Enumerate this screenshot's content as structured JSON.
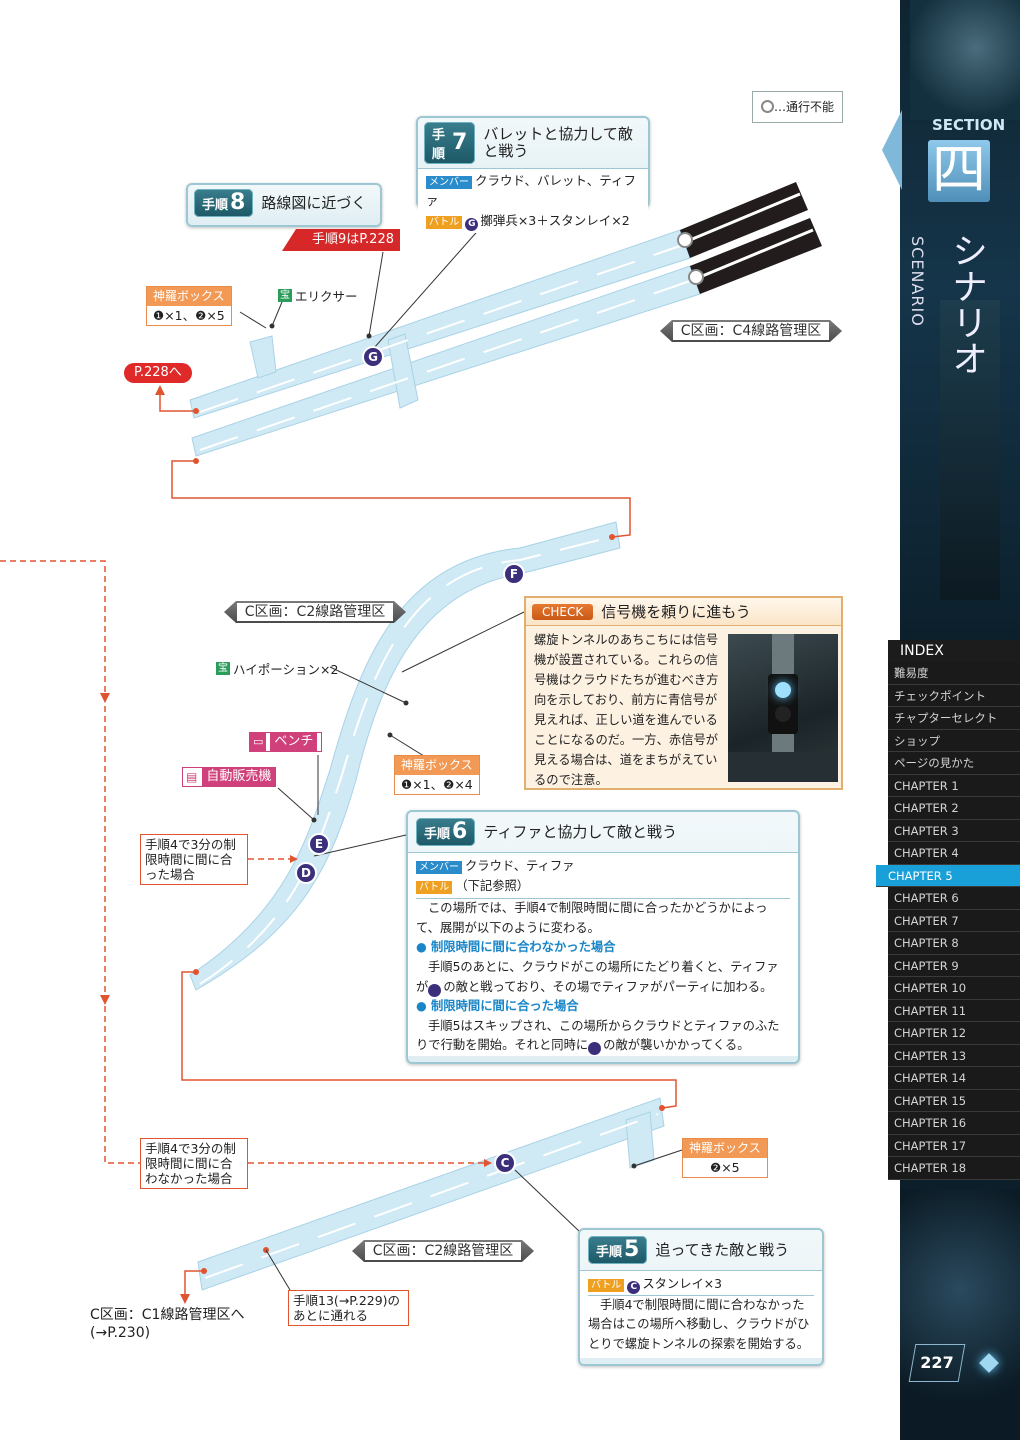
{
  "legend": {
    "text": "…通行不能"
  },
  "steps": {
    "s7": {
      "label": "手順",
      "num": "7",
      "title": "バレットと協力して敵と戦う",
      "members": "クラウド、バレット、ティファ",
      "battle": "擲弾兵×3＋スタンレイ×2",
      "point": "G"
    },
    "s8": {
      "label": "手順",
      "num": "8",
      "title": "路線図に近づく",
      "next": "手順9はP.228"
    },
    "s6": {
      "label": "手順",
      "num": "6",
      "title": "ティファと協力して敵と戦う",
      "members": "クラウド、ティファ",
      "battle": "（下記参照）",
      "intro": "この場所では、手順4で制限時間に間に合ったかどうかによって、展開が以下のように変わる。",
      "case1_title": "● 制限時間に間に合わなかった場合",
      "case1_a": "手順5のあとに、クラウドがこの場所にたどり着くと、ティファが",
      "case1_point": "D",
      "case1_b": "の敵と戦っており、その場でティファがパーティに加わる。",
      "case2_title": "● 制限時間に間に合った場合",
      "case2_a": "手順5はスキップされ、この場所からクラウドとティファのふたりで行動を開始。それと同時に",
      "case2_point": "E",
      "case2_b": "の敵が襲いかかってくる。"
    },
    "s5": {
      "label": "手順",
      "num": "5",
      "title": "追ってきた敵と戦う",
      "battle": "スタンレイ×3",
      "point": "C",
      "text": "手順4で制限時間に間に合わなかった場合はこの場所へ移動し、クラウドがひとりで螺旋トンネルの探索を開始する。"
    }
  },
  "tags": {
    "member": "メンバー",
    "battle": "バトル",
    "takara": "宝"
  },
  "boxes": {
    "b1": {
      "title": "神羅ボックス",
      "value": "❶×1、❷×5"
    },
    "b2": {
      "title": "神羅ボックス",
      "value": "❶×1、❷×4"
    },
    "b3": {
      "title": "神羅ボックス",
      "value": "❷×5"
    }
  },
  "items": {
    "elixir": "エリクサー",
    "hipotion": "ハイポーション×2",
    "bench": "ベンチ",
    "vending": "自動販売機"
  },
  "areas": {
    "c4": "C区画：C4線路管理区",
    "c2a": "C区画：C2線路管理区",
    "c2b": "C区画：C2線路管理区"
  },
  "points": {
    "G": "G",
    "F": "F",
    "E": "E",
    "D": "D",
    "C": "C"
  },
  "refs": {
    "p228": "P.228へ"
  },
  "notes": {
    "made_it": "手順4で3分の制限時間に間に合った場合",
    "missed": "手順4で3分の制限時間に間に合わなかった場合",
    "step13": "手順13(→P.229)のあとに通れる",
    "to_c1": "C区画：C1線路管理区へ(→P.230)"
  },
  "check": {
    "tag": "CHECK",
    "title": "信号機を頼りに進もう",
    "text": "螺旋トンネルのあちこちには信号機が設置されている。これらの信号機はクラウドたちが進むべき方向を示しており、前方に青信号が見えれば、正しい道を進んでいることになるのだ。一方、赤信号が見える場合は、道をまちがえているので注意。"
  },
  "side": {
    "section": "SECTION",
    "kanji": "四",
    "en": "SCENARIO",
    "jp": "シナリオ"
  },
  "index": {
    "title": "INDEX",
    "items": [
      "難易度",
      "チェックポイント",
      "チャプターセレクト",
      "ショップ",
      "ページの見かた",
      "CHAPTER 1",
      "CHAPTER 2",
      "CHAPTER 3",
      "CHAPTER 4",
      "CHAPTER 5",
      "CHAPTER 6",
      "CHAPTER 7",
      "CHAPTER 8",
      "CHAPTER 9",
      "CHAPTER 10",
      "CHAPTER 11",
      "CHAPTER 12",
      "CHAPTER 13",
      "CHAPTER 14",
      "CHAPTER 15",
      "CHAPTER 16",
      "CHAPTER 17",
      "CHAPTER 18"
    ],
    "active": "CHAPTER 5"
  },
  "page_number": "227",
  "colors": {
    "track": "#cfe9f5",
    "route": "#e05530",
    "point": "#3b2f7c",
    "accent": "#1aa0d8"
  }
}
